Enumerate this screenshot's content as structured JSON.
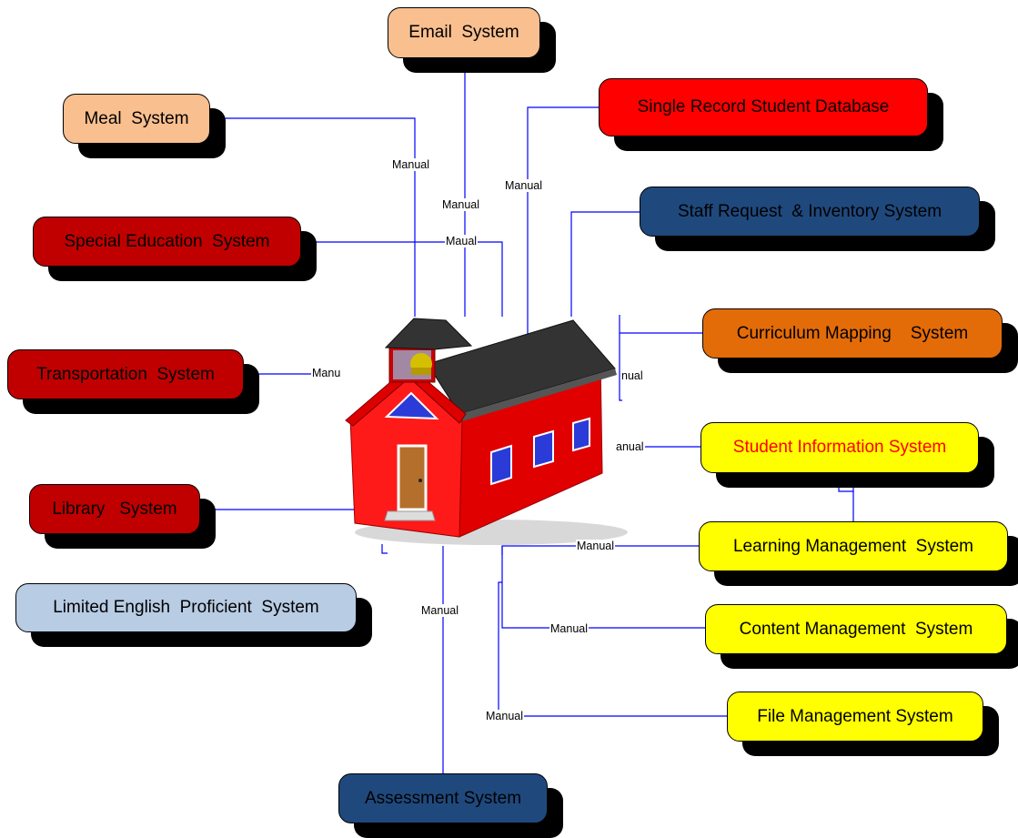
{
  "nodes": [
    {
      "id": "email",
      "label": "Email  System",
      "fill": "#f9bf8f",
      "text": "#000000"
    },
    {
      "id": "meal",
      "label": "Meal  System",
      "fill": "#f9bf8f",
      "text": "#000000"
    },
    {
      "id": "single-record",
      "label": "Single Record Student Database",
      "fill": "#ff0000",
      "text": "#000000"
    },
    {
      "id": "staff-request",
      "label": "Staff Request  & Inventory System",
      "fill": "#1f497d",
      "text": "#000000"
    },
    {
      "id": "special-ed",
      "label": "Special Education  System",
      "fill": "#c00000",
      "text": "#000000"
    },
    {
      "id": "curriculum",
      "label": "Curriculum Mapping    System",
      "fill": "#e36c09",
      "text": "#000000"
    },
    {
      "id": "transportation",
      "label": "Transportation  System",
      "fill": "#c00000",
      "text": "#000000"
    },
    {
      "id": "sis",
      "label": "Student Information System",
      "fill": "#ffff00",
      "text": "#ff0000"
    },
    {
      "id": "library",
      "label": "Library   System",
      "fill": "#c00000",
      "text": "#000000"
    },
    {
      "id": "lms",
      "label": "Learning Management  System",
      "fill": "#ffff00",
      "text": "#000000"
    },
    {
      "id": "lep",
      "label": "Limited English  Proficient  System",
      "fill": "#b8cce4",
      "text": "#000000"
    },
    {
      "id": "cms",
      "label": "Content Management  System",
      "fill": "#ffff00",
      "text": "#000000"
    },
    {
      "id": "fms",
      "label": "File Management System",
      "fill": "#ffff00",
      "text": "#000000"
    },
    {
      "id": "assessment",
      "label": "Assessment System",
      "fill": "#1f497d",
      "text": "#000000"
    }
  ],
  "connector_labels": [
    {
      "id": "meal",
      "text": "Manual"
    },
    {
      "id": "email",
      "text": "Manual"
    },
    {
      "id": "single-record",
      "text": "Manual"
    },
    {
      "id": "special-ed",
      "text": "Maual"
    },
    {
      "id": "transportation",
      "text": "Manu"
    },
    {
      "id": "curriculum",
      "text": "nual"
    },
    {
      "id": "sis",
      "text": "anual"
    },
    {
      "id": "lms",
      "text": "Manual"
    },
    {
      "id": "cms",
      "text": "Manual"
    },
    {
      "id": "fms",
      "text": "Manual"
    },
    {
      "id": "assessment",
      "text": "Manual"
    }
  ],
  "center_image": "red-schoolhouse-icon",
  "colors": {
    "connector": "#0000ff",
    "shadow": "#000000",
    "border": "#000000"
  }
}
